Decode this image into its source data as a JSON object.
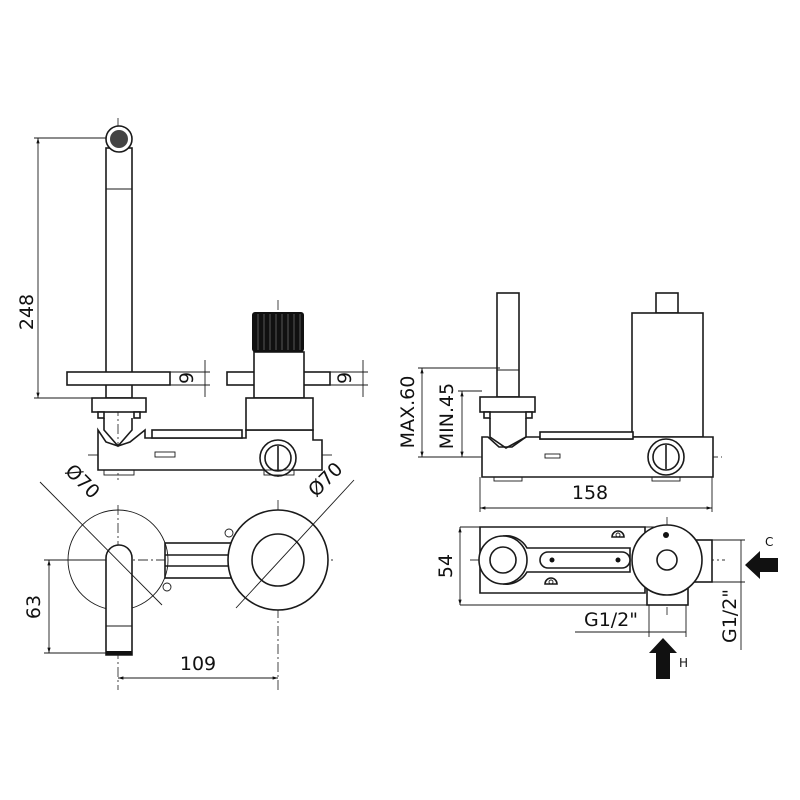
{
  "drawing": {
    "front_view": {
      "spout_height": "248",
      "flange_thickness_left": "9",
      "flange_thickness_right": "9"
    },
    "plan_view": {
      "rosette_diameter_left": "Ø70",
      "rosette_diameter_right": "Ø70",
      "spout_projection": "63",
      "center_distance": "109"
    },
    "side_view": {
      "max_depth": "MAX.60",
      "min_depth": "MIN.45",
      "body_length": "158"
    },
    "body_top_view": {
      "body_width": "54",
      "outlet_thread": "G1/2\"",
      "inlet_thread": "G1/2\"",
      "cold_label": "C",
      "hot_label": "H"
    }
  }
}
